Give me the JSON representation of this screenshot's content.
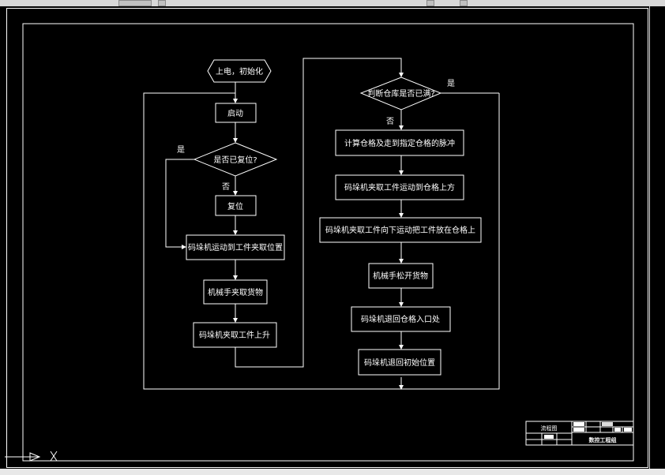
{
  "flowchart": {
    "start": "上电，初始化",
    "start_btn": "启动",
    "decision_reset": "是否已复位?",
    "yes_1": "是",
    "no_1": "否",
    "reset": "复位",
    "move_to_pick": "码垛机运动到工件夹取位置",
    "grab": "机械手夹取货物",
    "lift": "码垛机夹取工件上升",
    "decision_full": "判断仓库是否已满?",
    "yes_2": "是",
    "no_2": "否",
    "calc": "计算仓格及走到指定仓格的脉冲",
    "move_above": "码垛机夹取工件运动到仓格上方",
    "place": "码垛机夹取工件向下运动把工件放在仓格上",
    "release": "机械手松开货物",
    "back_entry": "码垛机退回仓格入口处",
    "back_home": "码垛机退回初始位置"
  },
  "title_block": {
    "drawing_name": "流程图",
    "company": "数控工程组"
  },
  "colors": {
    "background": "#000000",
    "lines": "#ffffff"
  }
}
